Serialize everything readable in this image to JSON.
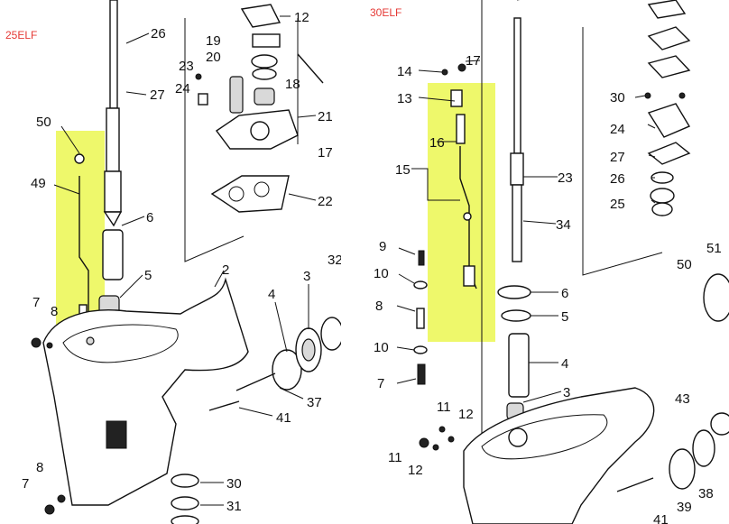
{
  "panels": {
    "left": {
      "tag": "25ELF",
      "highlight_color": "#e8f53a",
      "labels": [
        "26",
        "12",
        "19",
        "20",
        "23",
        "24",
        "27",
        "18",
        "21",
        "17",
        "22",
        "50",
        "49",
        "6",
        "5",
        "2",
        "7",
        "8",
        "4",
        "3",
        "32",
        "37",
        "41",
        "8",
        "7",
        "30",
        "31"
      ]
    },
    "right": {
      "tag": "30ELF",
      "highlight_color": "#e8f53a",
      "labels": [
        "17",
        "14",
        "13",
        "16",
        "15",
        "23",
        "34",
        "9",
        "10",
        "8",
        "10",
        "7",
        "6",
        "5",
        "4",
        "3",
        "11",
        "12",
        "11",
        "12",
        "30",
        "24",
        "27",
        "26",
        "25",
        "51",
        "50",
        "43",
        "38",
        "39",
        "41"
      ]
    }
  },
  "colors": {
    "tag": "#e53935",
    "highlight": "#e8f53a",
    "ink": "#111111"
  }
}
